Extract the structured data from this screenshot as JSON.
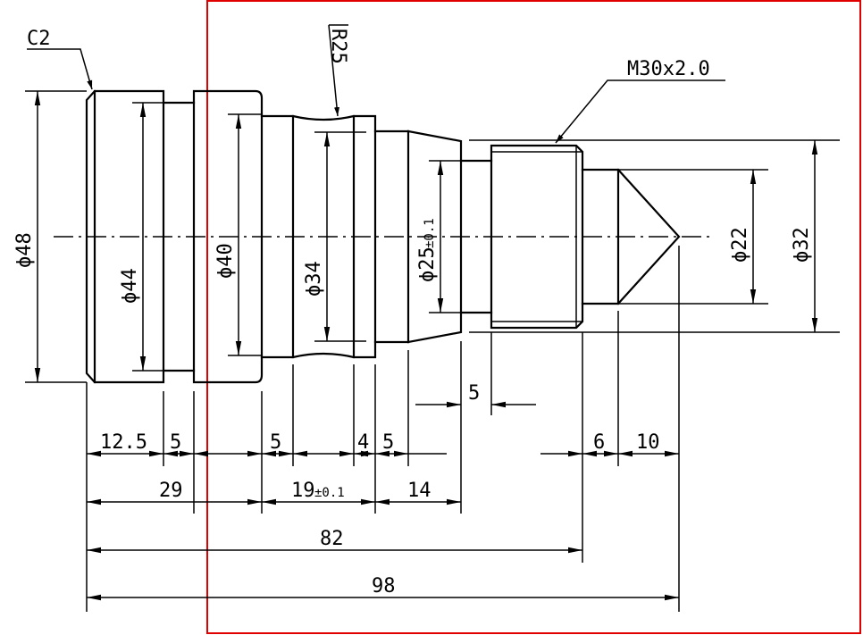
{
  "labels": {
    "chamfer": "C2",
    "radius": "R25",
    "thread": "M30x2.0",
    "d48": "ϕ48",
    "d44": "ϕ44",
    "d40": "ϕ40",
    "d34": "ϕ34",
    "d25": "ϕ25",
    "d25_tol": "±0.1",
    "d22": "ϕ22",
    "d32": "ϕ32",
    "l12_5": "12.5",
    "l5a": "5",
    "l5b": "5",
    "l4": "4",
    "l5c": "5",
    "l5d": "5",
    "l6": "6",
    "l10": "10",
    "l29": "29",
    "l19": "19",
    "l19_tol": "±0.1",
    "l14": "14",
    "l82": "82",
    "l98": "98"
  },
  "colors": {
    "line": "#000000",
    "highlight_frame": "#e00000",
    "background": "#ffffff"
  }
}
